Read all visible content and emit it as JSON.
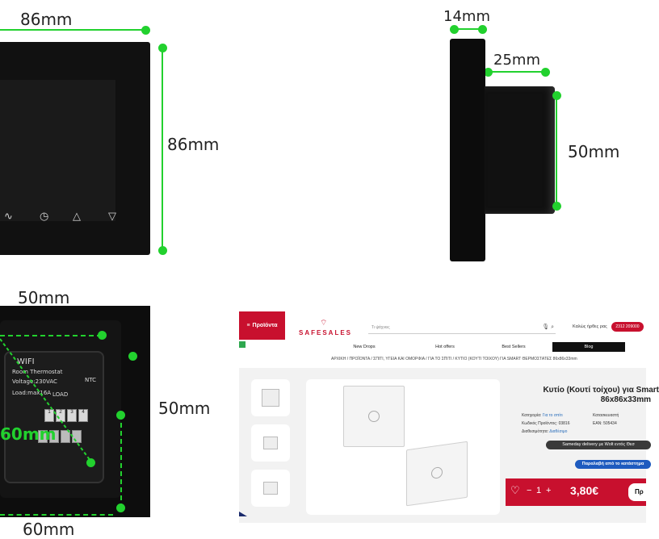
{
  "dimensions": {
    "front_width": "86mm",
    "front_height": "86mm",
    "side_depth_total": "14mm",
    "side_depth_body": "25mm",
    "side_body_height": "50mm",
    "back_width": "50mm",
    "back_height": "50mm",
    "back_diagonal": "60mm",
    "back_bottom": "60mm"
  },
  "device": {
    "front_buttons": [
      "power-icon",
      "clock-icon",
      "up-arrow-icon",
      "down-arrow-icon"
    ],
    "back_label_title": "WIFI",
    "back_label_line1": "Room Thermostat",
    "back_label_line2": "Voltage:230VAC",
    "back_label_line3": "Load:max16A",
    "back_label_load": "LOAD",
    "back_label_ntc": "NTC",
    "back_terminals": [
      "1",
      "2",
      "3",
      "4"
    ]
  },
  "shop": {
    "menu_label": "Προϊόντα",
    "logo_text": "SAFESALES",
    "search_placeholder": "Τι ψάχνεις",
    "welcome": "Καλώς ήρθες ρας",
    "phone": "2312 209000",
    "nav": [
      "New Drops",
      "Hot offers",
      "Best Sellers",
      "Blog"
    ],
    "breadcrumb": "ΑΡΧΙΚΗ / ΠΡΟΪΟΝΤΑ / ΣΠΙΤΙ, ΥΓΕΙΑ ΚΑΙ ΟΜΟΡΦΙΑ / ΓΙΑ ΤΟ ΣΠΙΤΙ / ΚΥΤΙΟ (ΚΟΥΤΙ ΤΟΙΧΟΥ) ΓΙΑ SMART ΘΕΡΜΟΣΤΑΤΕΣ 86x86x33mm",
    "product_title_1": "Κυτίο (Κουτί τοίχου) για Smart",
    "product_title_2": "86x86x33mm",
    "category_label": "Κατηγορία:",
    "category_value": "Για το σπίτι",
    "code_label": "Κωδικός Προϊόντος:",
    "code_value": "03816",
    "availability_label": "Διαθεσιμότητα:",
    "availability_value": "Διαθέσιμο",
    "manufacturer_label": "Κατασκευαστή",
    "ean_label": "ΕΑΝ:",
    "ean_value": "505434",
    "sameday": "Sameday delivery με Wolt εντός Θεσ",
    "pickup": "Παραλαβή από το κατάστημα",
    "qty_minus": "−",
    "qty_value": "1",
    "qty_plus": "+",
    "price": "3,80€",
    "buy_label": "Πρ"
  }
}
